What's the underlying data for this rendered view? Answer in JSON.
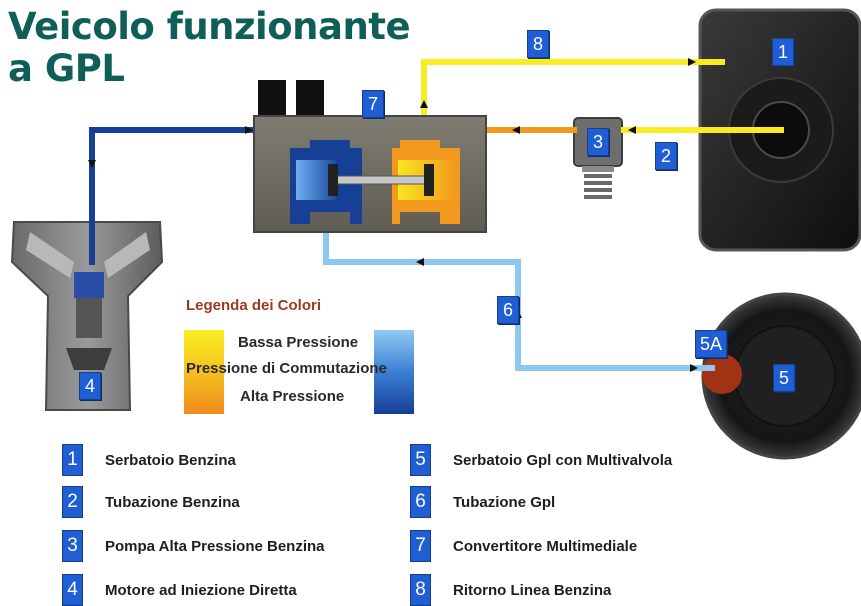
{
  "title_line1": "Veicolo funzionante",
  "title_line2": "a GPL",
  "legend": {
    "title": "Legenda dei Colori",
    "low": "Bassa Pressione",
    "switch": "Pressione di Commutazione",
    "high": "Alta Pressione"
  },
  "colors": {
    "low_pressure": "#f6ec22",
    "high_pressure_gas": "#f39a1e",
    "petrol_low": "#8cc8f0",
    "petrol_high": "#163f96",
    "badge": "#1f5ed4"
  },
  "badges": {
    "b1": "1",
    "b2": "2",
    "b3": "3",
    "b4": "4",
    "b5": "5",
    "b5a": "5A",
    "b6": "6",
    "b7": "7",
    "b8": "8"
  },
  "key": [
    {
      "num": "1",
      "label": "Serbatoio Benzina"
    },
    {
      "num": "2",
      "label": "Tubazione Benzina"
    },
    {
      "num": "3",
      "label": "Pompa Alta Pressione Benzina"
    },
    {
      "num": "4",
      "label": "Motore ad Iniezione Diretta"
    },
    {
      "num": "5",
      "label": "Serbatoio Gpl con Multivalvola"
    },
    {
      "num": "6",
      "label": "Tubazione Gpl"
    },
    {
      "num": "7",
      "label": "Convertitore Multimediale"
    },
    {
      "num": "8",
      "label": "Ritorno Linea Benzina"
    }
  ]
}
